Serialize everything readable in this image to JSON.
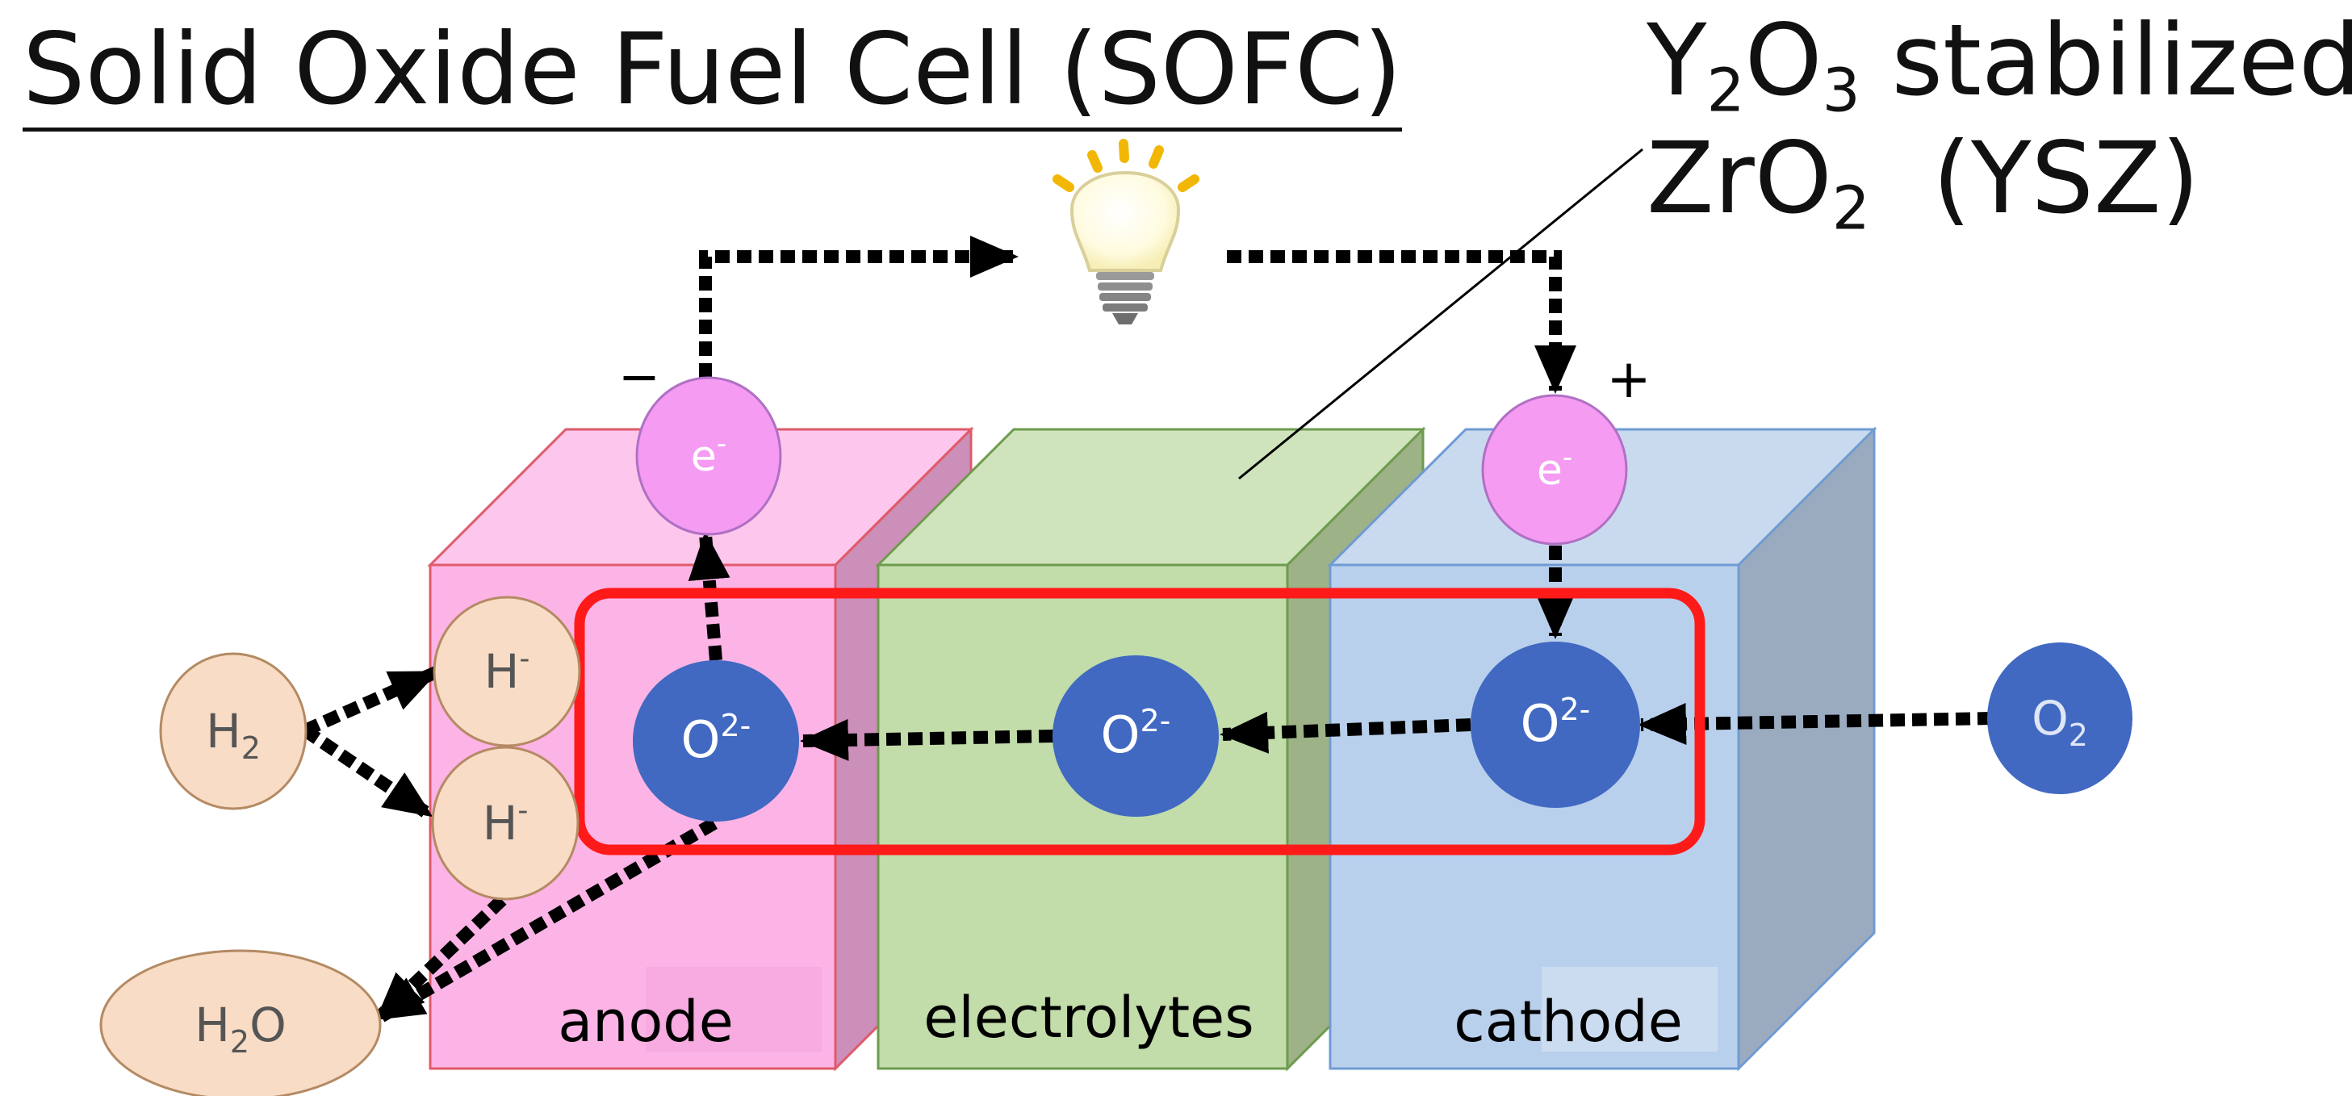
{
  "title": "Solid Oxide Fuel Cell (SOFC)",
  "electrolyte_material": {
    "line1": {
      "y": "Y",
      "y_sub": "2",
      "o": "O",
      "o_sub": "3",
      "rest": "stabilized"
    },
    "line2": {
      "zr": "ZrO",
      "zr_sub": "2",
      "abbr": "(YSZ)"
    }
  },
  "terminals": {
    "negative": "−",
    "positive": "+"
  },
  "layers": {
    "anode": "anode",
    "electrolyte": "electrolytes",
    "cathode": "cathode"
  },
  "species": {
    "electron_base": "e",
    "electron_charge": "-",
    "oxide_base": "O",
    "oxide_charge": "2-",
    "hydride_base": "H",
    "hydride_charge": "-",
    "hydrogen_base": "H",
    "hydrogen_sub": "2",
    "oxygen_base": "O",
    "oxygen_sub": "2",
    "water_h": "H",
    "water_sub": "2",
    "water_o": "O"
  },
  "colors": {
    "anode_front": "#fcb4e6",
    "anode_top": "#fdc6ec",
    "anode_side": "#cc8fb9",
    "anode_edge": "#e05a6a",
    "electrolyte_front": "#c2dcaa",
    "electrolyte_top": "#cfe4bd",
    "electrolyte_side": "#9db287",
    "electrolyte_edge": "#6e9b4f",
    "cathode_front": "#b9d0ec",
    "cathode_top": "#c9daef",
    "cathode_side": "#9aabc0",
    "cathode_edge": "#6f9bd3",
    "electron": "#f59bf2",
    "oxide": "#4169c2",
    "hydrogen": "#f8dcc5",
    "highlight": "#ff1a1a"
  }
}
